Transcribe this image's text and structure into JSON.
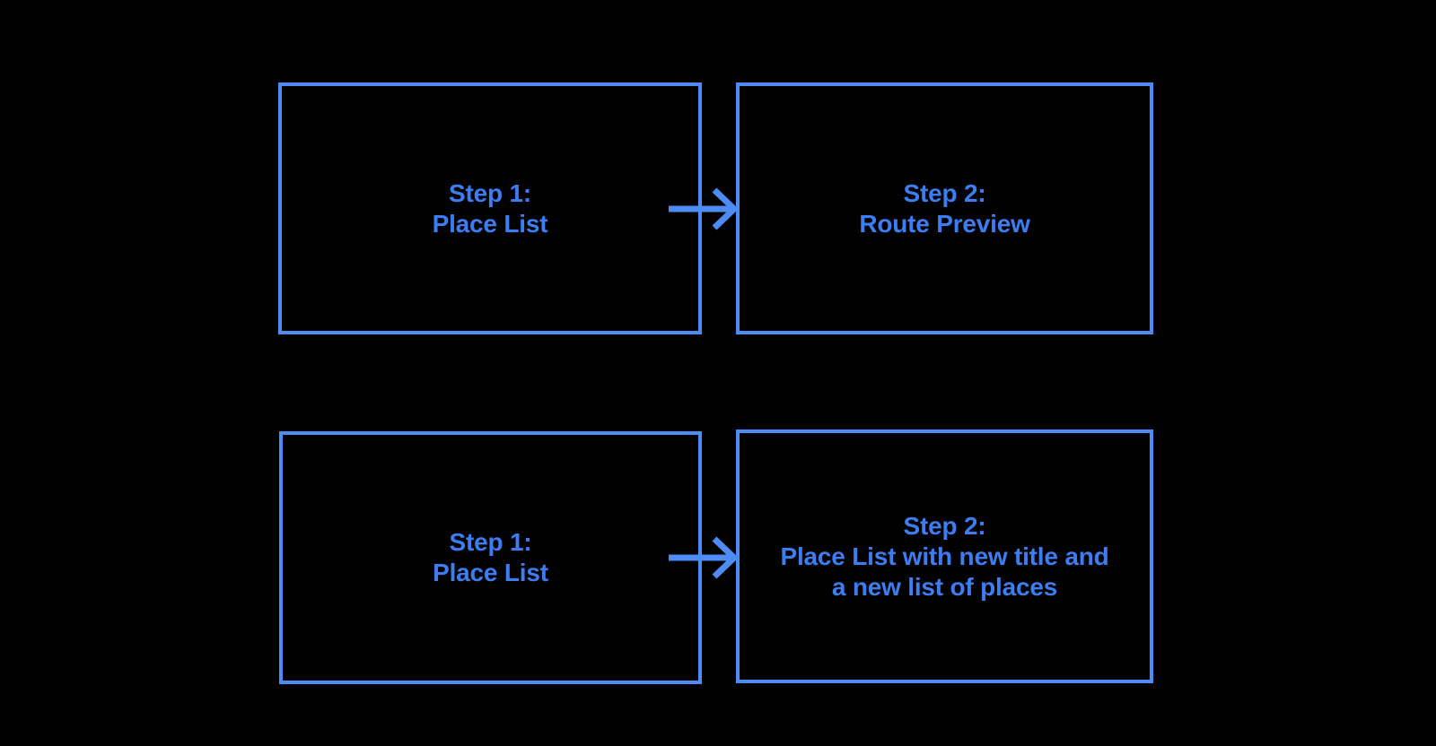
{
  "colors": {
    "background": "#000000",
    "stroke": "#4d8bf5",
    "text": "#3d7df2"
  },
  "diagram": {
    "description": "Two-row flow diagram, each row has a source step box connected by a right arrow to a target step box",
    "rows": [
      {
        "source": {
          "lines": [
            "Step 1:",
            "Place List"
          ]
        },
        "target": {
          "lines": [
            "Step 2:",
            "Route Preview"
          ]
        }
      },
      {
        "source": {
          "lines": [
            "Step 1:",
            "Place List"
          ]
        },
        "target": {
          "lines": [
            "Step 2:",
            "Place List with new title and",
            "a new list of places"
          ]
        }
      }
    ]
  }
}
